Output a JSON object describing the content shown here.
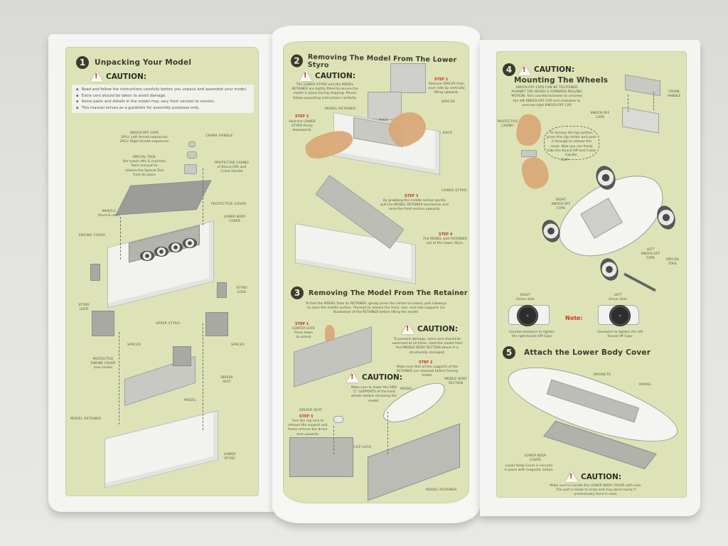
{
  "document": {
    "type": "tri-fold assembly instruction manual (photographed)",
    "colors": {
      "panel_background": "#dde3b6",
      "paper": "#f4f4f2",
      "title_text": "#3b3b2e",
      "step_red": "#c23a2a",
      "caution_triangle_mark": "#c0262b"
    }
  },
  "panel1": {
    "number": "1",
    "title": "Unpacking Your Model",
    "caution_label": "CAUTION:",
    "caution_items": [
      "Read and follow the instructions carefully before you unpack and assemble your model.",
      "Extra care should be taken to avoid damage.",
      "Some parts and details in the model may vary from version to version.",
      "This manual serves as a guideline for assembly purposes only."
    ],
    "labels": {
      "knock_off_caps": "KNOCK-OFF CAPS\n2PCs: Left thread sequences\n2PCs: Right thread sequences",
      "crank_handle": "CRANK HANDLE",
      "special_tool": "SPECIAL TOOL\n(for knock-offs & clutches)\nTwist and pull to\nrelease the Special Tool\nfrom its place",
      "protective_casing": "PROTECTIVE CASING\nof Knock-Offs and\nCrank Handle",
      "protective_cover": "PROTECTIVE COVER",
      "wheels": "WHEELS\n(front & rear)",
      "lower_body_cover": "LOWER BODY\nCOVER",
      "engine_cover": "ENGINE COVER",
      "styro_lock_left": "STYRO\nLOCK",
      "styro_lock_right": "STYRO\nLOCK",
      "upper_styro": "UPPER STYRO",
      "spacer_left": "SPACER",
      "spacer_right": "SPACER",
      "protective_engine_cover": "PROTECTIVE\nENGINE COVER\n(see inside)",
      "driver_seat": "DRIVER\nSEAT",
      "model": "MODEL",
      "model_retainer": "MODEL RETAINER",
      "lower_styro": "LOWER\nSTYRO"
    }
  },
  "panel2": {
    "number": "2",
    "title": "Removing The Model From The Lower Styro",
    "caution_label": "CAUTION:",
    "caution_text": "The LOWER STYRO and the MODEL RETAINER are tightly fitted to secure the model in place during shipping. Please follow unpacking instructions carefully.",
    "step1_label": "STEP 1",
    "step1_text": "Remove SPACER from each side by vertically lifting upwards.",
    "spacer": "SPACER",
    "model_retainer": "MODEL RETAINER",
    "step2_label": "STEP 2",
    "step2_text": "Hold the LOWER STYRO firmly downwards.",
    "pull_back_1": "Pull Back",
    "pull_back_2": "Pull Back",
    "lower_styro": "LOWER STYRO",
    "step3_label": "STEP 3",
    "step3_text": "By grabbing the middle section gently pull the MODEL RETAINER backwards and raise the front section upwards.",
    "step4_label": "STEP 4",
    "step4_text": "Pull MODEL with RETAINER out of the Lower Styro."
  },
  "panel3": {
    "number": "3",
    "title": "Removing The Model From The Retainer",
    "intro": "To free the MODEL from its RETAINER, gently press the center to unlock, pull sideways to open the middle section. Proceed to release the front, rear, and side supports (as illustrated) of the RETAINER before lifting the model.",
    "step1_label": "STEP 1",
    "step1_text": "CENTER LOCK\nPress down\nto unlock",
    "caution1_label": "CAUTION:",
    "caution1_text": "To prevent damage, extra care should be exercised at all times. Hold the model from the MIDDLE BODY SECTION where it is structurally strongest.",
    "step2_label": "STEP 2",
    "step2_text": "Make sure that all the supports of the RETAINER are released before freeing model.",
    "caution2_label": "CAUTION:",
    "caution2_text": "Make sure to lower the SIDE \"C\" SUPPORTS of the front wheels before removing the model.",
    "model": "MODEL",
    "middle_body_section": "MIDDLE BODY\nSECTION",
    "driver_seat": "DRIVER SEAT",
    "step3_label": "STEP 3",
    "step3_text": "Turn the clip lock to release the support and freely remove the driver seat upwards.",
    "clip_lock": "CLIP LOCK",
    "model_retainer": "MODEL RETAINER"
  },
  "panel4": {
    "number": "4",
    "caution_label": "CAUTION:",
    "title": "Mounting The Wheels",
    "caution_text": "KNOCK-OFF CAPS CAN BE TIGHTENED AGAINST THE WHEEL'S FORWARD ROLLING MOTION. Turn counterclockwise to unscrew the left KNOCK-OFF CAP and clockwise to unscrew right KNOCK-OFF CAP.",
    "protective_casing": "PROTECTIVE\nCASING",
    "casing_text": "To remove the top portion, press the clip center and push it through to release the cover. Now you can freely take the Knock-Off and Crank Handle.",
    "clip": "CLIP",
    "knock_off_caps": "KNOCK-OFF\nCAPS",
    "crank_handle": "CRANK\nHANDLE",
    "right_knock_off_caps": "RIGHT\nKNOCK-OFF\nCAPS",
    "left_knock_off_caps": "LEFT\nKNOCK-OFF\nCAPS",
    "special_tool": "SPECIAL\nTOOL",
    "right_side": "RIGHT\nDriver Side",
    "left_side": "LEFT\nDriver Side",
    "note": "Note:",
    "right_caption": "Counterclockwise to tighten the right Knock-Off Caps",
    "left_caption": "Clockwise to tighten the left Knock-Off Caps"
  },
  "panel5": {
    "number": "5",
    "title": "Attach the Lower Body Cover",
    "magnets": "MAGNETS",
    "model": "MODEL",
    "lower_body_cover": "LOWER BODY\nCOVER",
    "cover_text": "Lower Body Cover is secured in place with magnetic action.",
    "caution_label": "CAUTION:",
    "caution_text": "Make sure to handle the LOWER BODY COVER with care. The part is made to scale and may bend easily if unnecessary force is used."
  }
}
